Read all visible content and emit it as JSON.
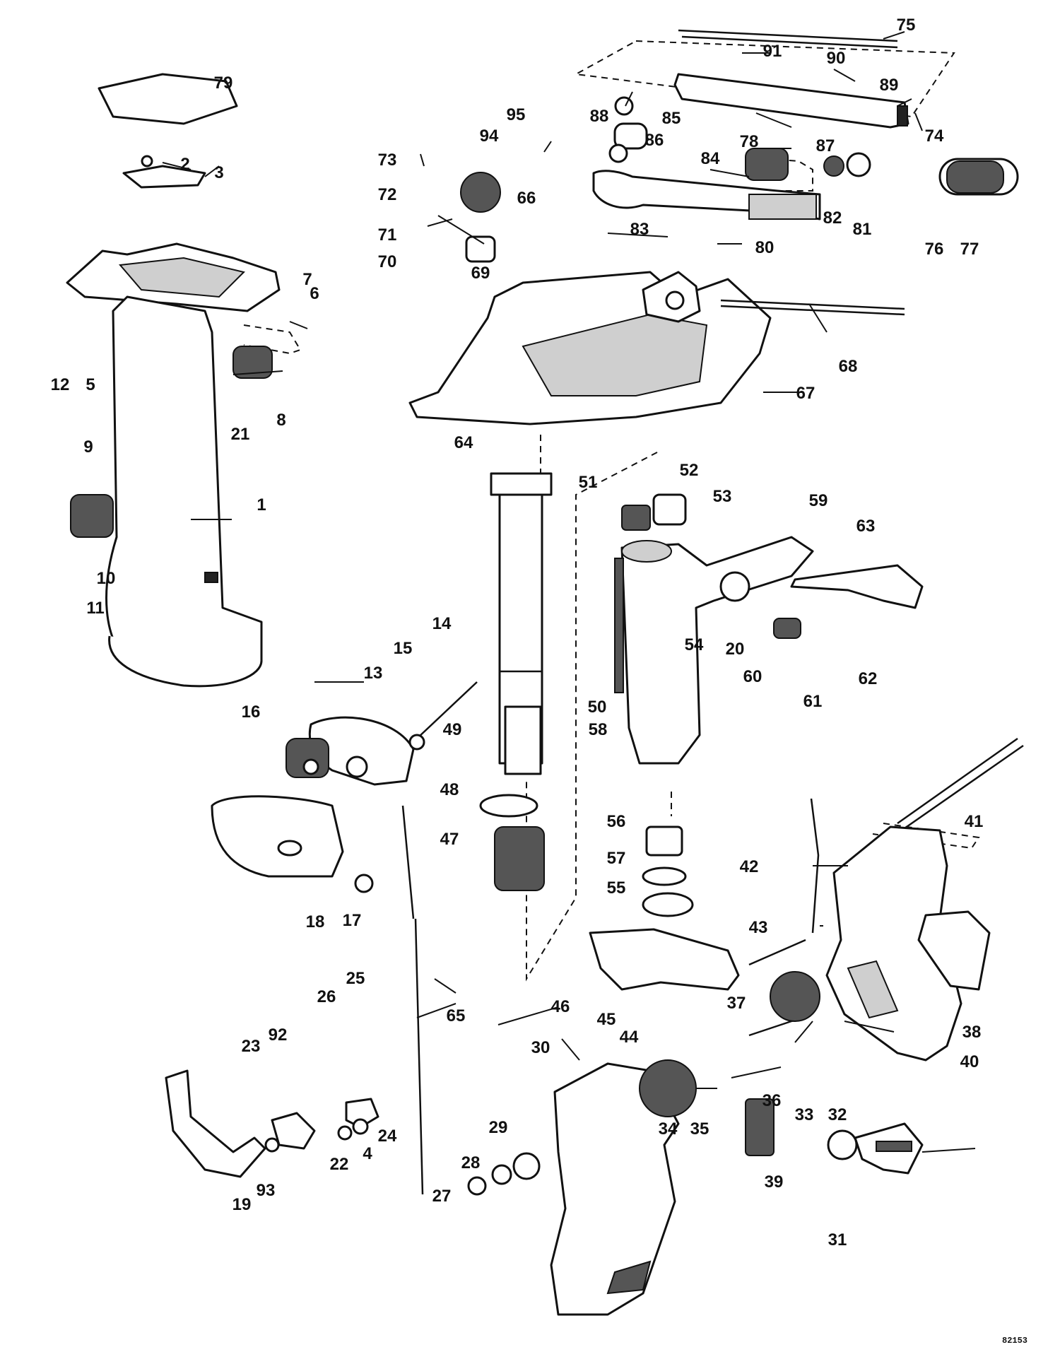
{
  "drawing_code": "82153",
  "callouts": [
    "1",
    "2",
    "3",
    "4",
    "5",
    "6",
    "7",
    "8",
    "9",
    "10",
    "11",
    "12",
    "13",
    "14",
    "15",
    "16",
    "17",
    "18",
    "19",
    "20",
    "21",
    "22",
    "23",
    "24",
    "25",
    "26",
    "27",
    "28",
    "29",
    "30",
    "31",
    "32",
    "33",
    "34",
    "35",
    "36",
    "37",
    "38",
    "39",
    "40",
    "41",
    "42",
    "43",
    "44",
    "45",
    "46",
    "47",
    "48",
    "49",
    "50",
    "51",
    "52",
    "53",
    "54",
    "55",
    "56",
    "57",
    "58",
    "59",
    "60",
    "61",
    "62",
    "63",
    "64",
    "65",
    "66",
    "67",
    "68",
    "69",
    "70",
    "71",
    "72",
    "73",
    "74",
    "75",
    "76",
    "77",
    "78",
    "79",
    "80",
    "81",
    "82",
    "83",
    "84",
    "85",
    "86",
    "87",
    "88",
    "89",
    "90",
    "91",
    "92",
    "93",
    "94",
    "95"
  ]
}
